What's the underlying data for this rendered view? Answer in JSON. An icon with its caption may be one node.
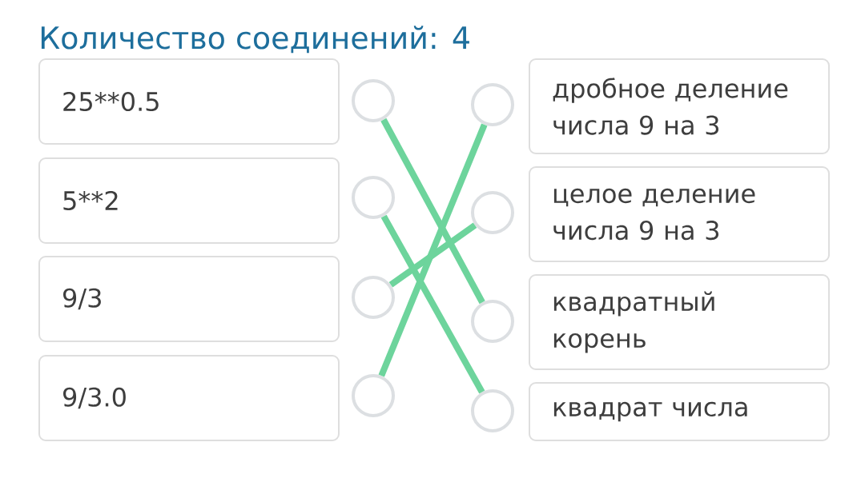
{
  "diagram": {
    "title": "Количество соединений: 4",
    "nodes": [
      {
        "text": [
          "25**0.5"
        ]
      },
      {
        "text": [
          "5**2"
        ]
      },
      {
        "text": [
          "9/3"
        ]
      },
      {
        "text": [
          "9/3.0"
        ]
      },
      {
        "text": [
          "дробное деление числа 9 на 3"
        ]
      },
      {
        "text": [
          "целое деление числа 9 на 3"
        ]
      },
      {
        "text": [
          "квадратный корень"
        ]
      },
      {
        "text": [
          "квадрат числа"
        ]
      },
      {
        "text": [],
        "shape": "circle"
      },
      {
        "text": [],
        "shape": "circle"
      },
      {
        "text": [],
        "shape": "circle"
      },
      {
        "text": [],
        "shape": "circle"
      },
      {
        "text": [],
        "shape": "circle"
      },
      {
        "text": [],
        "shape": "circle"
      },
      {
        "text": [],
        "shape": "circle"
      },
      {
        "text": [],
        "shape": "circle"
      }
    ],
    "edges": [
      {
        "from": 8,
        "to": 14,
        "arrow": "none"
      },
      {
        "from": 9,
        "to": 15,
        "arrow": "none"
      },
      {
        "from": 10,
        "to": 13,
        "arrow": "none"
      },
      {
        "from": 11,
        "to": 12,
        "arrow": "none"
      }
    ]
  }
}
